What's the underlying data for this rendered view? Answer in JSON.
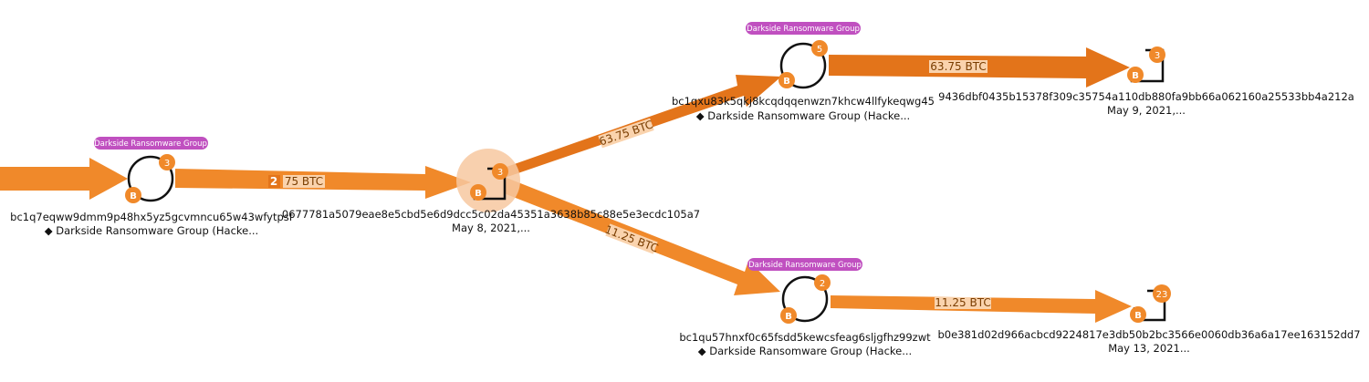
{
  "colors": {
    "flow": "#f0892a",
    "flow_dark": "#e3741a",
    "tag": "#c050c0",
    "badge": "#f0892a",
    "node_stroke": "#111111",
    "edge_label_bg": "#fad3ad",
    "highlight": "#f7c8a0"
  },
  "nodes": {
    "addr_left": {
      "badge": "3",
      "tag": "Darkside Ransomware Group",
      "address": "bc1q7eqww9dmm9p48hx5yz5gcvmncu65w43wfytpsf",
      "owner": "◆ Darkside Ransomware Group (Hacke..."
    },
    "tx_center": {
      "badge": "3",
      "hash": "0677781a5079eae8e5cbd5e6d9dcc5c02da45351a3638b85c88e5e3ecdc105a7",
      "date": "May 8, 2021,..."
    },
    "addr_top": {
      "badge": "5",
      "tag": "Darkside Ransomware Group",
      "address": "bc1qxu83k5qkj8kcqdqqenwzn7khcw4llfykeqwg45",
      "owner": "◆ Darkside Ransomware Group (Hacke..."
    },
    "tx_top_right": {
      "badge": "3",
      "hash": "9436dbf0435b15378f309c35754a110db880fa9bb66a062160a25533bb4a212a",
      "date": "May 9, 2021,..."
    },
    "addr_bottom": {
      "badge": "2",
      "tag": "Darkside Ransomware Group",
      "address": "bc1qu57hnxf0c65fsdd5kewcsfeag6sljgfhz99zwt",
      "owner": "◆ Darkside Ransomware Group (Hacke..."
    },
    "tx_bottom_right": {
      "badge": "23",
      "hash": "b0e381d02d966acbcd9224817e3db50b2bc3566e0060db36a6a17ee163152dd7",
      "date": "May 13, 2021..."
    }
  },
  "edges": {
    "left_to_center": {
      "count": "2",
      "amount": "75 BTC"
    },
    "center_to_top": {
      "amount": "63.75 BTC"
    },
    "center_to_bottom": {
      "amount": "11.25 BTC"
    },
    "top_to_right": {
      "amount": "63.75 BTC"
    },
    "bottom_to_right": {
      "amount": "11.25 BTC"
    }
  },
  "icons": {
    "btc": "bitcoin-icon",
    "address": "address-node-icon",
    "transaction": "transaction-node-icon"
  },
  "btc_symbol": "B"
}
